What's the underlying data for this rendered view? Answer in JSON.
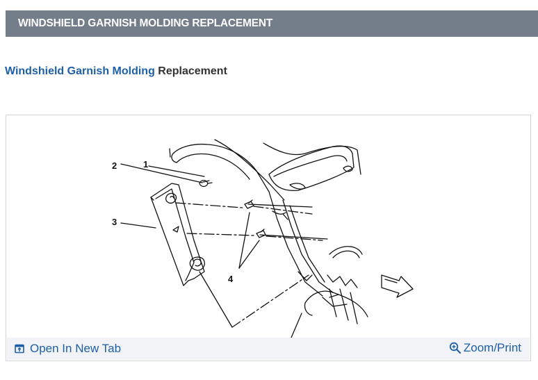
{
  "header": {
    "title": "WINDSHIELD GARNISH MOLDING REPLACEMENT"
  },
  "subtitle": {
    "link_text": "Windshield Garnish Molding",
    "rest_text": " Replacement"
  },
  "figure": {
    "callouts": {
      "c1": "1",
      "c2": "2",
      "c3": "3",
      "c4": "4"
    }
  },
  "footer": {
    "open_tab_label": "Open In New Tab",
    "zoom_label": "Zoom/Print",
    "open_tab_icon": "open-in-new-tab-icon",
    "zoom_icon": "zoom-in-icon"
  },
  "colors": {
    "header_bg": "#737e8a",
    "link": "#1f5fa6",
    "footer_bg": "#f1f3f7"
  }
}
